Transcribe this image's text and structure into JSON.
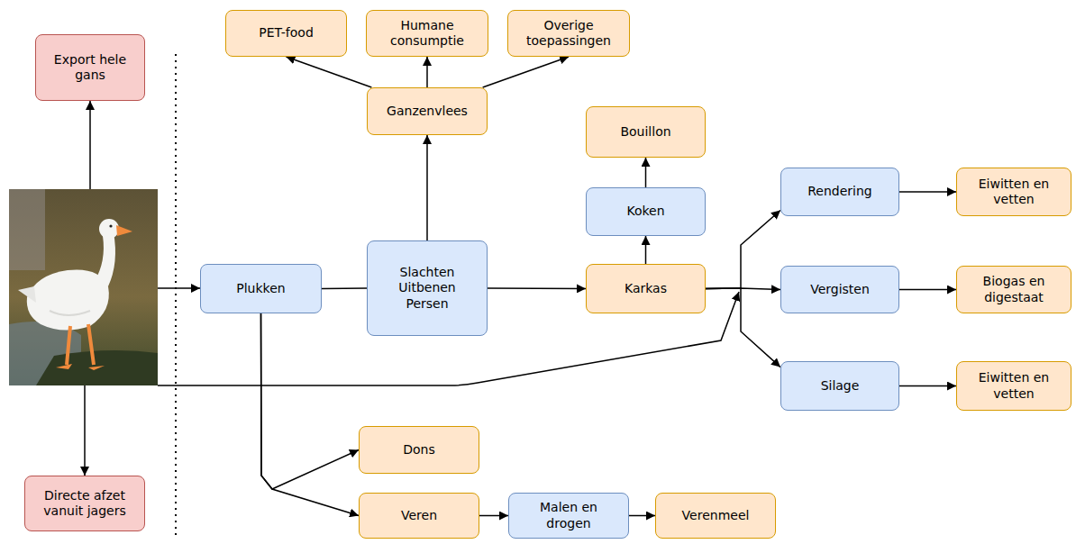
{
  "diagram": {
    "nodes": [
      {
        "text": [
          "Export hele gans"
        ]
      },
      {
        "text": [
          "PET-food"
        ]
      },
      {
        "text": [
          "Humane consumptie"
        ]
      },
      {
        "text": [
          "Overige toepassingen"
        ]
      },
      {
        "text": [
          "Ganzenvlees"
        ]
      },
      {
        "text": [
          "Bouillon"
        ]
      },
      {
        "text": [
          "Rendering"
        ]
      },
      {
        "text": [
          "Eiwitten en vetten"
        ]
      },
      {
        "text": [
          "Koken"
        ]
      },
      {
        "text": [
          "Plukken"
        ]
      },
      {
        "text": [
          "Slachten Uitbenen Persen"
        ]
      },
      {
        "text": [
          "Karkas"
        ]
      },
      {
        "text": [
          "Vergisten"
        ]
      },
      {
        "text": [
          "Biogas en digestaat"
        ]
      },
      {
        "text": [
          "Silage"
        ]
      },
      {
        "text": [
          "Eiwitten en vetten"
        ]
      },
      {
        "text": [
          "Dons"
        ]
      },
      {
        "text": [
          "Directe afzet vanuit jagers"
        ]
      },
      {
        "text": [
          "Veren"
        ]
      },
      {
        "text": [
          "Malen en drogen"
        ]
      },
      {
        "text": [
          "Verenmeel"
        ]
      }
    ],
    "edges": [
      {
        "from": 9,
        "to": 10,
        "arrow": "none"
      },
      {
        "from": 10,
        "to": 4,
        "arrow": "to"
      },
      {
        "from": 4,
        "to": 1,
        "arrow": "to"
      },
      {
        "from": 4,
        "to": 2,
        "arrow": "to"
      },
      {
        "from": 4,
        "to": 3,
        "arrow": "to"
      },
      {
        "from": 10,
        "to": 11,
        "arrow": "to"
      },
      {
        "from": 11,
        "to": 8,
        "arrow": "to"
      },
      {
        "from": 8,
        "to": 5,
        "arrow": "to"
      },
      {
        "from": 11,
        "to": 6,
        "arrow": "to"
      },
      {
        "from": 11,
        "to": 12,
        "arrow": "to"
      },
      {
        "from": 11,
        "to": 14,
        "arrow": "to"
      },
      {
        "from": 6,
        "to": 7,
        "arrow": "to"
      },
      {
        "from": 12,
        "to": 13,
        "arrow": "to"
      },
      {
        "from": 14,
        "to": 15,
        "arrow": "to"
      },
      {
        "from": 9,
        "to": 16,
        "arrow": "to"
      },
      {
        "from": 9,
        "to": 18,
        "arrow": "to"
      },
      {
        "from": 18,
        "to": 19,
        "arrow": "to"
      },
      {
        "from": 19,
        "to": 20,
        "arrow": "to"
      }
    ]
  }
}
